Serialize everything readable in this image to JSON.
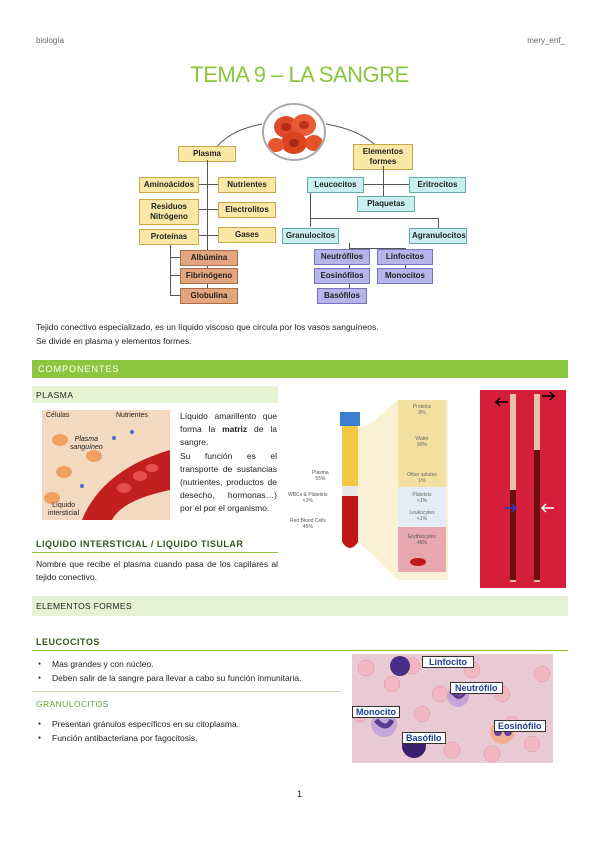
{
  "header": {
    "left": "biología",
    "right": "mery_enf_"
  },
  "title": "TEMA 9 – LA SANGRE",
  "diagram": {
    "plasma": "Plasma",
    "elementos_formes": [
      "Elementos",
      "formes"
    ],
    "aminoacidos": "Aminoácidos",
    "nutrientes": "Nutrientes",
    "residuos": [
      "Residuos",
      "Nitrógeno"
    ],
    "electrolitos": "Electrolitos",
    "proteinas": "Proteínas",
    "gases": "Gases",
    "albumina": "Albúmina",
    "fibrinogeno": "Fibrinógeno",
    "globulina": "Globulina",
    "leucocitos": "Leucocitos",
    "eritrocitos": "Eritrocitos",
    "plaquetas": "Plaquetas",
    "granulocitos": "Granulocitos",
    "agranulocitos": "Agranulocitos",
    "neutrofilos": "Neutrófilos",
    "linfocitos": "Linfocitos",
    "eosinofilos": "Eosinófilos",
    "monocitos": "Monocitos",
    "basofilos": "Basófilos"
  },
  "intro": {
    "line1": "Tejido conectivo especializado, es un líquido viscoso que circula por los vasos sanguíneos.",
    "line2": "Se divide en plasma y elementos formes."
  },
  "componentes": "COMPONENTES",
  "plasma_section": {
    "heading": "PLASMA",
    "img_labels": {
      "celulas": "Células",
      "nutrientes": "Nutrientes",
      "plasma_sanguineo": [
        "Plasma",
        "sanguíneo"
      ],
      "liquido_intersticial": [
        "Líquido",
        "intersticial"
      ]
    },
    "p1_before": "Líquido amarillento que forma la ",
    "p1_bold": "matriz",
    "p1_after": " de la sangre.",
    "p2": "Su función es el transporte de sustancias (nutrientes, productos de desecho, hormonas…) por el por el organismo."
  },
  "tube": {
    "plasma": [
      "Plasma",
      "55%"
    ],
    "wbc": [
      "WBCs & Platelets",
      "<1%"
    ],
    "rbc": [
      "Red Blood Cells",
      "45%"
    ],
    "proteins": [
      "Proteins",
      "8%"
    ],
    "water": [
      "Water",
      "90%"
    ],
    "solutes": [
      "Other solutes",
      "1%"
    ],
    "platelets": [
      "Platelets",
      "<1%"
    ],
    "leukocytes": [
      "Leukocytes",
      "<1%"
    ],
    "erythrocytes": [
      "Erythrocytes",
      "45%"
    ]
  },
  "liquido_intersticial": {
    "heading": "LIQUIDO INTERSTICIAL / LIQUIDO TISULAR",
    "text": "Nombre que recibe el plasma cuando pasa de los capilares al tejido conectivo."
  },
  "elementos_formes": "ELEMENTOS FORMES",
  "leucocitos": {
    "heading": "LEUCOCITOS",
    "bullets": [
      "Mas grandes y con núcleo.",
      "Deben salir de la sangre para llevar a cabo su función inmunitaria."
    ]
  },
  "granulocitos": {
    "heading": "GRANULOCITOS",
    "bullets": [
      "Presentan gránulos específicos en su citoplasma.",
      "Función antibacteriana por fagocitosis."
    ]
  },
  "cells_image": {
    "linfocito": "Linfocito",
    "neutrofilo": "Neutrófilo",
    "monocito": "Monocito",
    "eosinofilo": "Eosinófilo",
    "basofilo": "Basófilo"
  },
  "page_number": "1",
  "colors": {
    "accent": "#8cc63f",
    "light_accent": "#e6f2d3",
    "yellow": "#fbe7a6",
    "cyan": "#c8f0f0",
    "orange": "#e3a57d",
    "purple": "#b7b4ea"
  }
}
